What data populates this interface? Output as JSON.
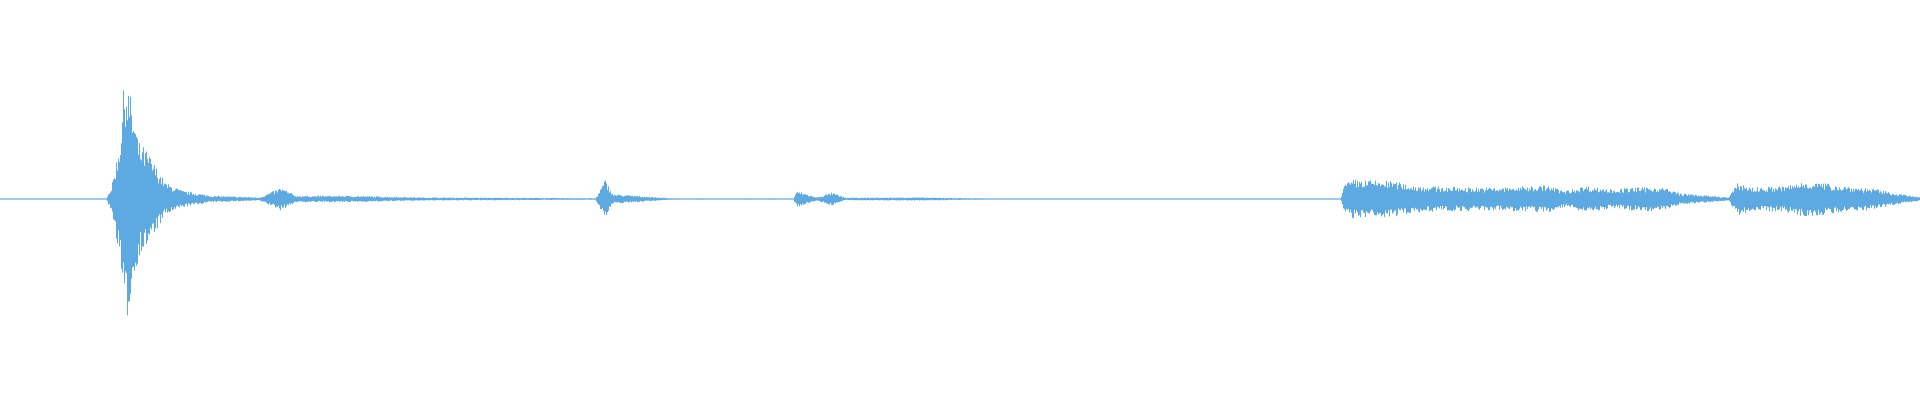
{
  "waveform": {
    "color": "#5DAAE2",
    "background": "#FFFFFF",
    "duration_units": 100,
    "amplitude_range": [
      -1,
      1
    ],
    "envelope": [
      [
        0.0,
        0.003
      ],
      [
        5.5,
        0.003
      ],
      [
        5.8,
        0.08
      ],
      [
        6.2,
        0.35
      ],
      [
        6.5,
        0.8
      ],
      [
        6.9,
        0.55
      ],
      [
        7.2,
        0.35
      ],
      [
        7.6,
        0.3
      ],
      [
        8.0,
        0.22
      ],
      [
        8.6,
        0.1
      ],
      [
        9.5,
        0.05
      ],
      [
        11.0,
        0.02
      ],
      [
        13.5,
        0.01
      ],
      [
        14.6,
        0.07
      ],
      [
        15.4,
        0.02
      ],
      [
        18.0,
        0.02
      ],
      [
        20.0,
        0.015
      ],
      [
        22.0,
        0.01
      ],
      [
        31.0,
        0.005
      ],
      [
        31.5,
        0.12
      ],
      [
        31.9,
        0.03
      ],
      [
        35.0,
        0.004
      ],
      [
        41.3,
        0.004
      ],
      [
        41.5,
        0.05
      ],
      [
        42.5,
        0.01
      ],
      [
        43.3,
        0.04
      ],
      [
        44.0,
        0.008
      ],
      [
        47.5,
        0.01
      ],
      [
        52.0,
        0.003
      ],
      [
        69.8,
        0.003
      ],
      [
        70.0,
        0.09
      ],
      [
        70.5,
        0.12
      ],
      [
        72.5,
        0.11
      ],
      [
        73.5,
        0.085
      ],
      [
        75.0,
        0.075
      ],
      [
        78.0,
        0.07
      ],
      [
        80.5,
        0.085
      ],
      [
        81.5,
        0.05
      ],
      [
        82.5,
        0.08
      ],
      [
        84.0,
        0.06
      ],
      [
        85.0,
        0.07
      ],
      [
        86.5,
        0.075
      ],
      [
        87.5,
        0.035
      ],
      [
        89.0,
        0.02
      ],
      [
        90.0,
        0.01
      ],
      [
        90.5,
        0.1
      ],
      [
        91.3,
        0.07
      ],
      [
        93.0,
        0.08
      ],
      [
        94.0,
        0.11
      ],
      [
        96.5,
        0.075
      ],
      [
        97.5,
        0.065
      ],
      [
        98.5,
        0.04
      ],
      [
        100.0,
        0.01
      ]
    ]
  }
}
